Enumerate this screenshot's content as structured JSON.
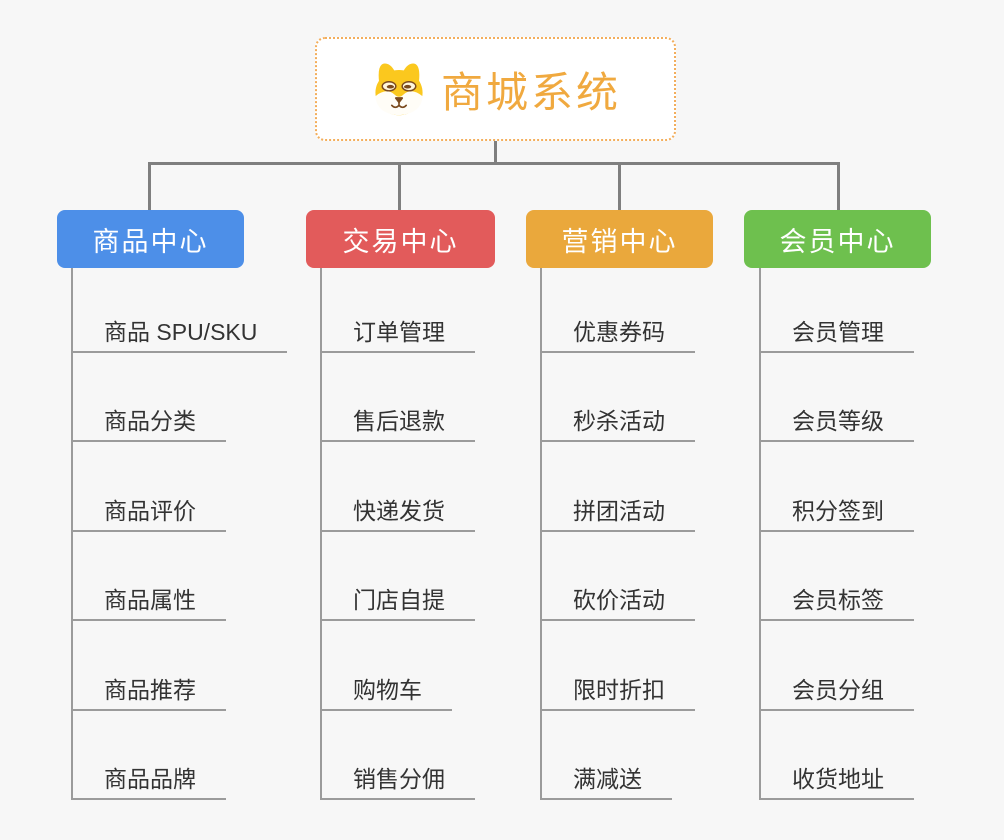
{
  "root": {
    "title": "商城系统",
    "icon": "shiba-dog-icon",
    "title_color": "#f0a93f",
    "border_color": "#f3ae5c"
  },
  "branches": [
    {
      "label": "商品中心",
      "color": "#4d8fe8",
      "items": [
        "商品 SPU/SKU",
        "商品分类",
        "商品评价",
        "商品属性",
        "商品推荐",
        "商品品牌"
      ]
    },
    {
      "label": "交易中心",
      "color": "#e25b5b",
      "items": [
        "订单管理",
        "售后退款",
        "快递发货",
        "门店自提",
        "购物车",
        "销售分佣"
      ]
    },
    {
      "label": "营销中心",
      "color": "#eaa83c",
      "items": [
        "优惠券码",
        "秒杀活动",
        "拼团活动",
        "砍价活动",
        "限时折扣",
        "满减送"
      ]
    },
    {
      "label": "会员中心",
      "color": "#6ec04e",
      "items": [
        "会员管理",
        "会员等级",
        "积分签到",
        "会员标签",
        "会员分组",
        "收货地址"
      ]
    }
  ],
  "colors": {
    "background": "#f7f7f7",
    "connector": "#7f7f7f",
    "line": "#9b9b9b",
    "item_text": "#333333",
    "dog_face": "#fbc81e",
    "dog_muzzle": "#fffdf7",
    "dog_features": "#7a4a1e"
  }
}
